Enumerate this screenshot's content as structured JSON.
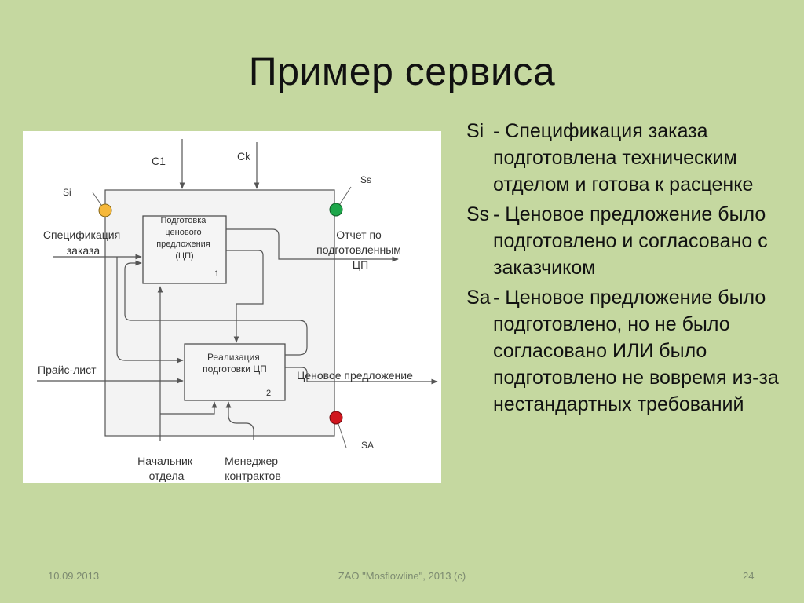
{
  "slide": {
    "title": "Пример сервиса",
    "footer": {
      "date": "10.09.2013",
      "company": "ZAO \"Mosflowline\", 2013 (c)",
      "page": "24"
    }
  },
  "diagram": {
    "controls": {
      "c1": "C1",
      "ck": "Ck"
    },
    "states": {
      "si": {
        "label": "Si",
        "color": "#f6b83a"
      },
      "ss": {
        "label": "Ss",
        "color": "#1da64a"
      },
      "sa": {
        "label": "SA",
        "color": "#d0161e"
      }
    },
    "blocks": {
      "b1": {
        "lines": [
          "Подготовка",
          "ценового",
          "предложения",
          "(ЦП)"
        ],
        "num": "1"
      },
      "b2": {
        "lines": [
          "Реализация",
          "подготовки ЦП"
        ],
        "num": "2"
      }
    },
    "inputs": {
      "spec": [
        "Спецификация",
        "заказа"
      ],
      "price": "Прайс-лист"
    },
    "outputs": {
      "report": [
        "Отчет по",
        "подготовленным",
        "ЦП"
      ],
      "offer": "Ценовое предложение"
    },
    "mechanisms": {
      "head": [
        "Начальник",
        "отдела"
      ],
      "manager": [
        "Менеджер",
        "контрактов"
      ]
    }
  },
  "legend": [
    {
      "code": "Si",
      "text": "- Спецификация заказа подготовлена техническим отделом и готова к расценке"
    },
    {
      "code": "Ss",
      "text": "- Ценовое предложение было подготовлено и согласовано с заказчиком"
    },
    {
      "code": "Sa",
      "text": "- Ценовое предложение было подготовлено, но не было согласовано ИЛИ было подготовлено не вовремя из-за нестандартных требований"
    }
  ]
}
